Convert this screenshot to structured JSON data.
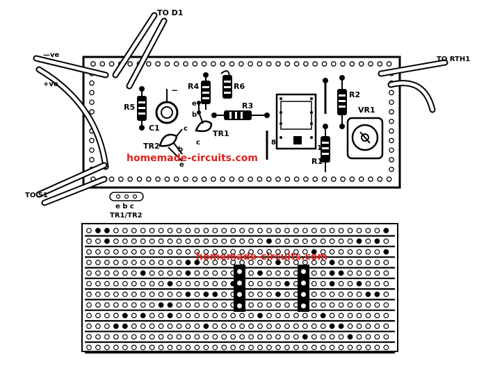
{
  "labels": {
    "to_d1": "TO D1",
    "neg_ve": "—ve",
    "pos_ve": "+ve",
    "to_rth1": "TO RTH1",
    "to_s1": "TO S1",
    "r5": "R5",
    "r4": "R4",
    "r6": "R6",
    "r3": "R3",
    "r2": "R2",
    "r1": "R1",
    "vr1": "VR1",
    "c1": "C1",
    "c1_minus": "−",
    "tr1": "TR1",
    "tr2": "TR2",
    "pin_e1": "e",
    "pin_b1": "b",
    "pin_c1": "c",
    "pin_c2": "c",
    "pin_b2": "b",
    "pin_e2": "e",
    "ic_pin8": "8",
    "ic_pin1": "1",
    "pinout_letters": "e b c",
    "pinout_name": "TR1/TR2"
  },
  "watermarks": {
    "top": "homemade-circuits.com",
    "bottom": "homemade-circuits.com"
  },
  "colors": {
    "ink": "#000000",
    "paper": "#ffffff",
    "watermark": "#e0211b"
  }
}
